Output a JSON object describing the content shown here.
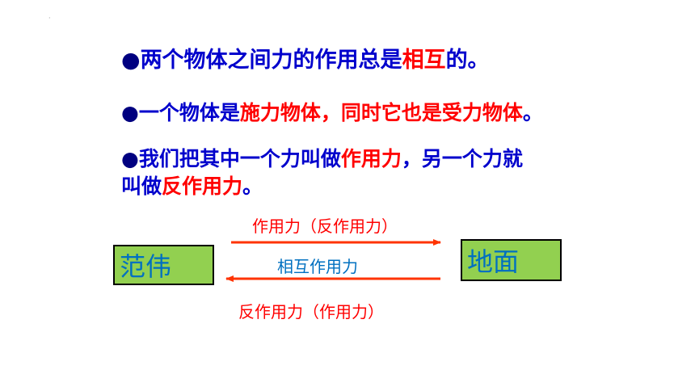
{
  "slide": {
    "corner_dot": "·",
    "bullet": "●",
    "line1": {
      "a": "两个物体之间力的作用总是",
      "b": "相互",
      "c": "的。"
    },
    "line2": {
      "a": "一个物体是",
      "b": "施力物体",
      "c": "，同时它也是",
      "d": "受力物体",
      "e": "。"
    },
    "line3": {
      "a": "我们把其中一个力叫做",
      "b": "作用力",
      "c": "，另一个力就",
      "d": "叫做",
      "e": "反作用力",
      "f": "。"
    }
  },
  "diagram": {
    "left_box": "范伟",
    "right_box": "地面",
    "top_label": "作用力（反作用力）",
    "middle_label": "相互作用力",
    "bottom_label": "反作用力（作用力）",
    "colors": {
      "text_blue": "#0000cc",
      "highlight_red": "#ff0000",
      "box_fill": "#92d050",
      "arrow": "#ff3300"
    }
  }
}
